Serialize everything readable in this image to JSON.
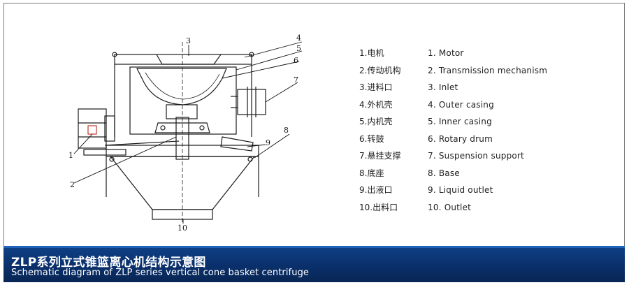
{
  "callouts": [
    "1",
    "2",
    "3",
    "4",
    "5",
    "6",
    "7",
    "8",
    "9",
    "10"
  ],
  "legend": [
    {
      "cn": "1.电机",
      "en": "1. Motor"
    },
    {
      "cn": "2.传动机构",
      "en": "2. Transmission mechanism"
    },
    {
      "cn": "3.进料口",
      "en": "3. Inlet"
    },
    {
      "cn": "4.外机壳",
      "en": "4. Outer casing"
    },
    {
      "cn": "5.内机壳",
      "en": "5. Inner casing"
    },
    {
      "cn": "6.转鼓",
      "en": "6. Rotary drum"
    },
    {
      "cn": "7.悬挂支撑",
      "en": "7. Suspension support"
    },
    {
      "cn": "8.底座",
      "en": "8. Base"
    },
    {
      "cn": "9.出液口",
      "en": "9. Liquid outlet"
    },
    {
      "cn": "10.出料口",
      "en": "10. Outlet"
    }
  ],
  "banner": {
    "title_cn": "ZLP系列立式锥篮离心机结构示意图",
    "title_en": "Schematic diagram of ZLP series vertical cone basket centrifuge"
  },
  "colors": {
    "banner": "#0a2f6a",
    "banner_accent": "#1f63b8",
    "frame": "#7a7a7a"
  }
}
